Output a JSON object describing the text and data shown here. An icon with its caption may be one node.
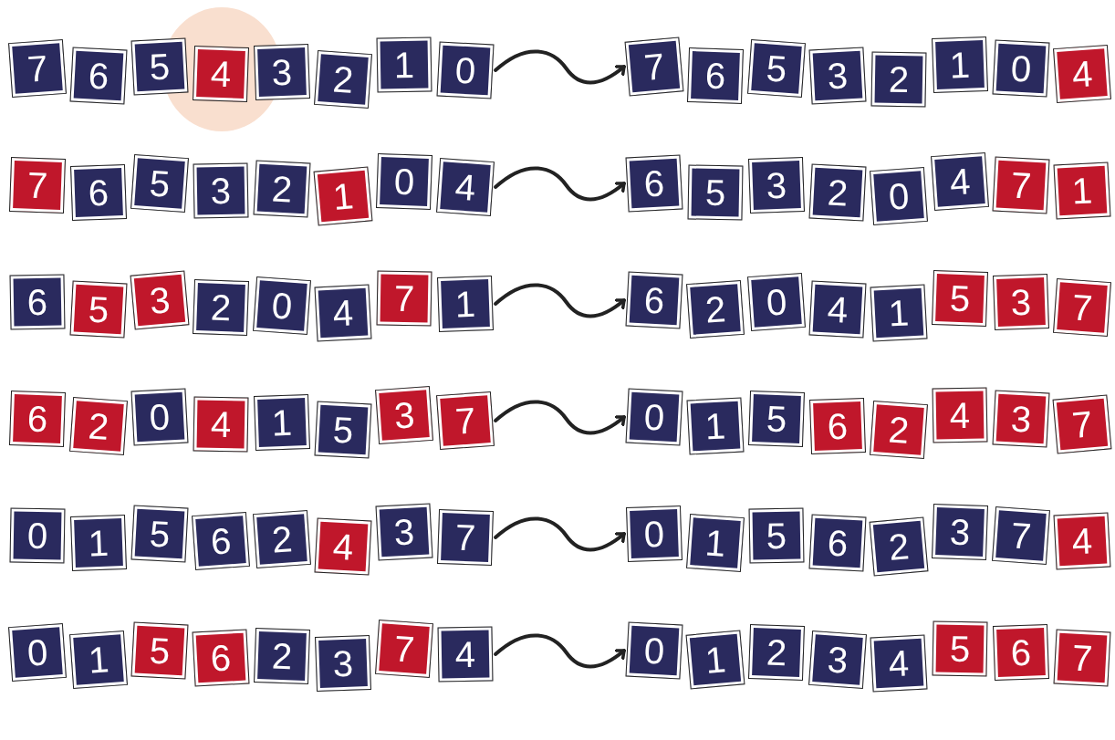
{
  "diagram": {
    "nodes": [
      {
        "text": [
          "7"
        ]
      },
      {
        "text": [
          "6"
        ]
      },
      {
        "text": [
          "5"
        ]
      },
      {
        "text": [
          "4"
        ]
      },
      {
        "text": [
          "3"
        ]
      },
      {
        "text": [
          "2"
        ]
      },
      {
        "text": [
          "1"
        ]
      },
      {
        "text": [
          "0"
        ]
      },
      {
        "text": [
          "7"
        ]
      },
      {
        "text": [
          "6"
        ]
      },
      {
        "text": [
          "5"
        ]
      },
      {
        "text": [
          "3"
        ]
      },
      {
        "text": [
          "2"
        ]
      },
      {
        "text": [
          "1"
        ]
      },
      {
        "text": [
          "0"
        ]
      },
      {
        "text": [
          "4"
        ]
      },
      {
        "text": [
          "7"
        ]
      },
      {
        "text": [
          "6"
        ]
      },
      {
        "text": [
          "5"
        ]
      },
      {
        "text": [
          "3"
        ]
      },
      {
        "text": [
          "2"
        ]
      },
      {
        "text": [
          "1"
        ]
      },
      {
        "text": [
          "0"
        ]
      },
      {
        "text": [
          "4"
        ]
      },
      {
        "text": [
          "6"
        ]
      },
      {
        "text": [
          "5"
        ]
      },
      {
        "text": [
          "3"
        ]
      },
      {
        "text": [
          "2"
        ]
      },
      {
        "text": [
          "0"
        ]
      },
      {
        "text": [
          "4"
        ]
      },
      {
        "text": [
          "7"
        ]
      },
      {
        "text": [
          "1"
        ]
      },
      {
        "text": [
          "6"
        ]
      },
      {
        "text": [
          "5"
        ]
      },
      {
        "text": [
          "3"
        ]
      },
      {
        "text": [
          "2"
        ]
      },
      {
        "text": [
          "0"
        ]
      },
      {
        "text": [
          "4"
        ]
      },
      {
        "text": [
          "7"
        ]
      },
      {
        "text": [
          "1"
        ]
      },
      {
        "text": [
          "6"
        ]
      },
      {
        "text": [
          "2"
        ]
      },
      {
        "text": [
          "0"
        ]
      },
      {
        "text": [
          "4"
        ]
      },
      {
        "text": [
          "1"
        ]
      },
      {
        "text": [
          "5"
        ]
      },
      {
        "text": [
          "3"
        ]
      },
      {
        "text": [
          "7"
        ]
      },
      {
        "text": [
          "6"
        ]
      },
      {
        "text": [
          "2"
        ]
      },
      {
        "text": [
          "0"
        ]
      },
      {
        "text": [
          "4"
        ]
      },
      {
        "text": [
          "1"
        ]
      },
      {
        "text": [
          "5"
        ]
      },
      {
        "text": [
          "3"
        ]
      },
      {
        "text": [
          "7"
        ]
      },
      {
        "text": [
          "0"
        ]
      },
      {
        "text": [
          "1"
        ]
      },
      {
        "text": [
          "5"
        ]
      },
      {
        "text": [
          "6"
        ]
      },
      {
        "text": [
          "2"
        ]
      },
      {
        "text": [
          "4"
        ]
      },
      {
        "text": [
          "3"
        ]
      },
      {
        "text": [
          "7"
        ]
      },
      {
        "text": [
          "0"
        ]
      },
      {
        "text": [
          "1"
        ]
      },
      {
        "text": [
          "5"
        ]
      },
      {
        "text": [
          "6"
        ]
      },
      {
        "text": [
          "2"
        ]
      },
      {
        "text": [
          "4"
        ]
      },
      {
        "text": [
          "3"
        ]
      },
      {
        "text": [
          "7"
        ]
      },
      {
        "text": [
          "0"
        ]
      },
      {
        "text": [
          "1"
        ]
      },
      {
        "text": [
          "5"
        ]
      },
      {
        "text": [
          "6"
        ]
      },
      {
        "text": [
          "2"
        ]
      },
      {
        "text": [
          "3"
        ]
      },
      {
        "text": [
          "7"
        ]
      },
      {
        "text": [
          "4"
        ]
      },
      {
        "text": [
          "0"
        ]
      },
      {
        "text": [
          "1"
        ]
      },
      {
        "text": [
          "5"
        ]
      },
      {
        "text": [
          "6"
        ]
      },
      {
        "text": [
          "2"
        ]
      },
      {
        "text": [
          "3"
        ]
      },
      {
        "text": [
          "7"
        ]
      },
      {
        "text": [
          "4"
        ]
      },
      {
        "text": [
          "0"
        ]
      },
      {
        "text": [
          "1"
        ]
      },
      {
        "text": [
          "2"
        ]
      },
      {
        "text": [
          "3"
        ]
      },
      {
        "text": [
          "4"
        ]
      },
      {
        "text": [
          "5"
        ]
      },
      {
        "text": [
          "6"
        ]
      },
      {
        "text": [
          "7"
        ]
      }
    ],
    "edges": [
      {
        "from": 7,
        "to": 8,
        "arrow": "to"
      },
      {
        "from": 23,
        "to": 24,
        "arrow": "to"
      },
      {
        "from": 39,
        "to": 40,
        "arrow": "to"
      },
      {
        "from": 55,
        "to": 56,
        "arrow": "to"
      },
      {
        "from": 71,
        "to": 72,
        "arrow": "to"
      },
      {
        "from": 87,
        "to": 88,
        "arrow": "to"
      }
    ]
  }
}
